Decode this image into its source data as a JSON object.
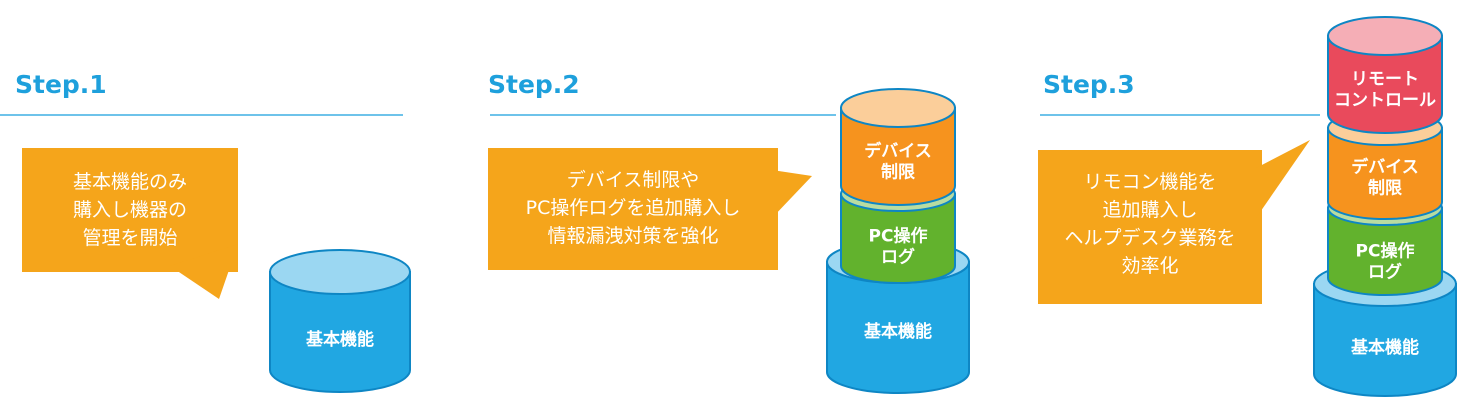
{
  "colors": {
    "accent": "#1ea0dc",
    "callout": "#f5a51b",
    "basic": "#21a7e2",
    "pclog": "#62b22d",
    "device": "#f6931e",
    "remote": "#e94a5c"
  },
  "steps": [
    {
      "title": "Step.1",
      "callout": [
        "基本機能のみ",
        "購入し機器の",
        "管理を開始"
      ],
      "stack": [
        "基本機能"
      ]
    },
    {
      "title": "Step.2",
      "callout": [
        "デバイス制限や",
        "PC操作ログを追加購入し",
        "情報漏洩対策を強化"
      ],
      "stack": [
        "基本機能",
        "PC操作\nログ",
        "デバイス\n制限"
      ]
    },
    {
      "title": "Step.3",
      "callout": [
        "リモコン機能を",
        "追加購入し",
        "ヘルプデスク業務を",
        "効率化"
      ],
      "stack": [
        "基本機能",
        "PC操作\nログ",
        "デバイス\n制限",
        "リモート\nコントロール"
      ]
    }
  ]
}
